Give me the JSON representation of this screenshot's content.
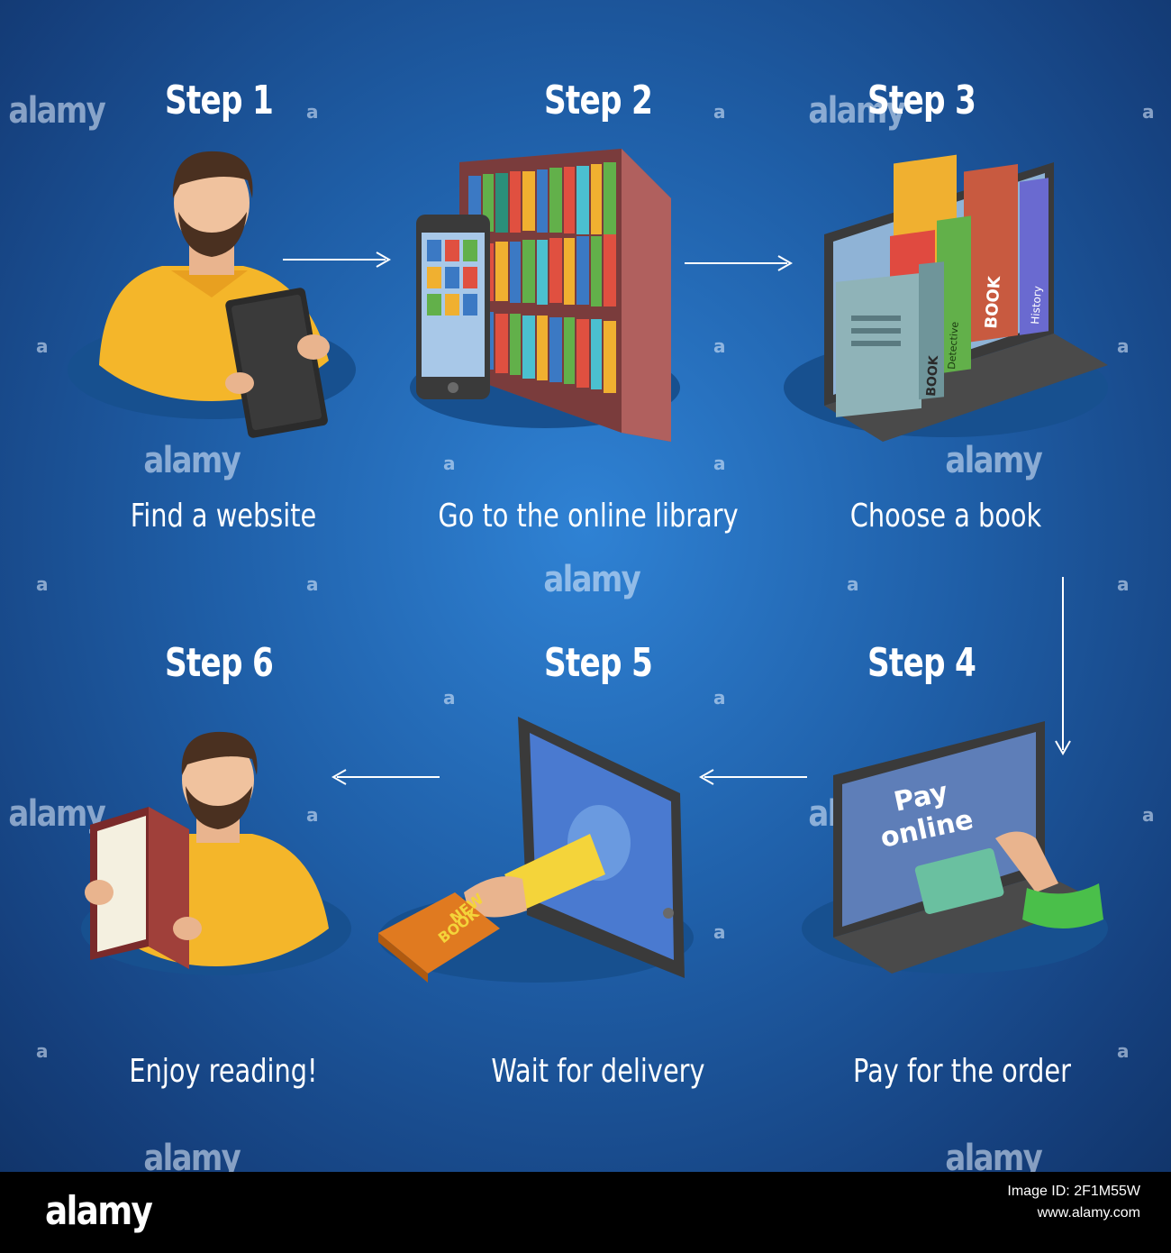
{
  "steps": [
    {
      "title": "Step 1",
      "label": "Find a website"
    },
    {
      "title": "Step 2",
      "label": "Go to the online library"
    },
    {
      "title": "Step 3",
      "label": "Choose a book"
    },
    {
      "title": "Step 4",
      "label": "Pay for the order"
    },
    {
      "title": "Step 5",
      "label": "Wait for delivery"
    },
    {
      "title": "Step 6",
      "label": "Enjoy reading!"
    }
  ],
  "illustrations": {
    "book_spine_book": "BOOK",
    "book_spine_detective": "Detective",
    "book_spine_history": "History",
    "pay_line1": "Pay",
    "pay_line2": "online",
    "new_book_line1": "NEW",
    "new_book_line2": "BOOK"
  },
  "watermark": {
    "word": "alamy",
    "letter": "a"
  },
  "footer": {
    "logo": "alamy",
    "image_id": "Image ID: 2F1M55W",
    "url": "www.alamy.com"
  },
  "colors": {
    "background_center": "#2f82d4",
    "background_edge": "#11356b",
    "shirt": "#f4b62a",
    "hair": "#4a3020",
    "shelf": "#8a4a4a"
  }
}
